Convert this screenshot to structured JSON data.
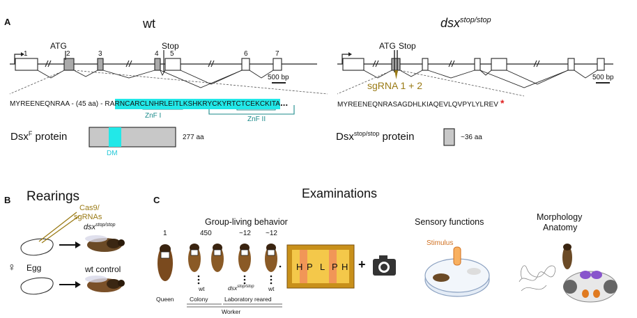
{
  "panel_a": {
    "letter": "A",
    "wt": {
      "title": "wt",
      "atg": "ATG",
      "stop": "Stop",
      "exons": [
        "1",
        "2",
        "3",
        "4",
        "5",
        "6",
        "7"
      ],
      "scale": "500 bp",
      "sequence_plain": "MYREENEQNRAA - (45 aa) - RA",
      "sequence_highlight": "RNCARCLNHRLEITLKSHKRYCKYRTCTCEKCKITA",
      "ellipsis": "...",
      "znf1": "ZnF I",
      "znf2": "ZnF II",
      "protein_label": "Dsx",
      "protein_sup": "F",
      "protein_suffix": " protein",
      "protein_length": "277 aa",
      "domain_label": "DM",
      "colors": {
        "highlight": "#22e8e8",
        "protein": "#c8c8c8",
        "domain": "#22e8e8",
        "znf": "#1a8a8a"
      }
    },
    "mutant": {
      "title": "dsx",
      "title_sup": "stop/stop",
      "atg": "ATG",
      "stop": "Stop",
      "sgrna": "sgRNA 1 + 2",
      "scale": "500 bp",
      "sequence": "MYREENEQNRASAGDHLKIAQEVLQVPYLYLREV",
      "star": "*",
      "protein_label": "Dsx",
      "protein_sup": "stop/stop",
      "protein_suffix": " protein",
      "protein_length": "~36 aa",
      "colors": {
        "sgrna": "#9a7a14",
        "star": "#e02020"
      }
    }
  },
  "panel_b": {
    "letter": "B",
    "title": "Rearings",
    "needle_label_1": "Cas9/",
    "needle_label_2": "sgRNAs",
    "egg_label": "Egg",
    "female_symbol": "♀",
    "top_result": "dsx",
    "top_result_sup": "stop/stop",
    "bottom_result": "wt control",
    "colors": {
      "needle_label": "#9a7a14"
    }
  },
  "panel_c": {
    "letter": "C",
    "title": "Examinations",
    "group_title": "Group-living behavior",
    "counts": [
      "1",
      "450",
      "~12",
      "~12"
    ],
    "queen": "Queen",
    "colony": "Colony",
    "lab": "Laboratory reared",
    "worker": "Worker",
    "wt1": "wt",
    "mut": "dsx",
    "mut_sup": "stop/stop",
    "wt2": "wt",
    "frame_letters": [
      "H",
      "P",
      "L",
      "P",
      "H"
    ],
    "plus": "+",
    "sensory_title": "Sensory functions",
    "stimulus": "Stimulus",
    "morph_title_1": "Morphology",
    "morph_title_2": "Anatomy",
    "colors": {
      "frame_outer": "#c8901a",
      "frame_inner": "#f4c84a",
      "stimulus": "#d07020"
    }
  }
}
